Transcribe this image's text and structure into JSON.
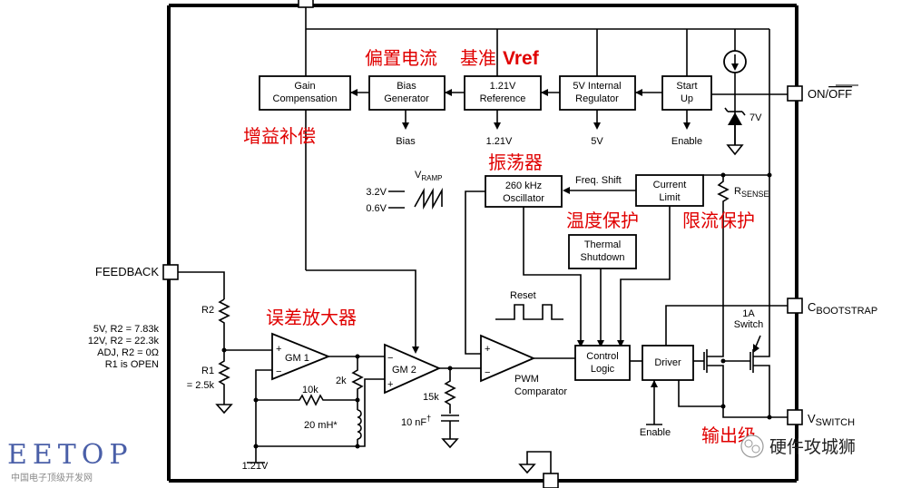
{
  "blocks": {
    "gain_compensation": [
      "Gain",
      "Compensation"
    ],
    "bias_generator": [
      "Bias",
      "Generator"
    ],
    "reference": [
      "1.21V",
      "Reference"
    ],
    "regulator": [
      "5V Internal",
      "Regulator"
    ],
    "start_up": [
      "Start",
      "Up"
    ],
    "oscillator": [
      "260 kHz",
      "Oscillator"
    ],
    "current_limit": [
      "Current",
      "Limit"
    ],
    "thermal_shutdown": [
      "Thermal",
      "Shutdown"
    ],
    "control_logic": [
      "Control",
      "Logic"
    ],
    "driver": "Driver",
    "gm1": "GM 1",
    "gm2": "GM 2",
    "pwm_comparator": [
      "PWM",
      "Comparator"
    ]
  },
  "outputs": {
    "bias": "Bias",
    "ref": "1.21V",
    "five_v": "5V",
    "enable_top": "Enable",
    "enable_bottom": "Enable",
    "zener": "7V"
  },
  "pins": {
    "on_off_prefix": "ON/",
    "on_off_bar": "OFF",
    "feedback": "FEEDBACK",
    "bootstrap_main": "C",
    "bootstrap_sub": "BOOTSTRAP",
    "switch_main": "V",
    "switch_sub": "SWITCH"
  },
  "signals": {
    "freq_shift": "Freq. Shift",
    "vramp_main": "V",
    "vramp_sub": "RAMP",
    "ramp_high": "3.2V",
    "ramp_low": "0.6V",
    "reset": "Reset",
    "rsense_main": "R",
    "rsense_sub": "SENSE",
    "switch_label": [
      "1A",
      "Switch"
    ],
    "plus": "+",
    "minus": "−"
  },
  "components": {
    "r2": "R2",
    "r1": "R1",
    "r1_value": "= 2.5k",
    "r_2k": "2k",
    "r_10k": "10k",
    "inductor": "20 mH*",
    "r_15k": "15k",
    "cap": "10 nF",
    "cap_mark": "†",
    "gnd_121": "1.21V"
  },
  "r2_table": [
    "5V, R2 = 7.83k",
    "12V, R2 = 22.3k",
    "ADJ, R2 = 0Ω",
    "R1 is OPEN"
  ],
  "annotations": {
    "bias_current": "偏置电流",
    "reference": "基准",
    "vref": "Vref",
    "gain_comp": "增益补偿",
    "oscillator": "振荡器",
    "thermal": "温度保护",
    "current_limit": "限流保护",
    "error_amp": "误差放大器",
    "output_stage": "输出级"
  },
  "watermark": {
    "logo": "EETOP",
    "logo_sub": "中国电子顶级开发网",
    "channel": "硬件攻城狮"
  },
  "colors": {
    "annotation": "#e00000",
    "logo": "#4a5fa8",
    "line": "#000000"
  }
}
